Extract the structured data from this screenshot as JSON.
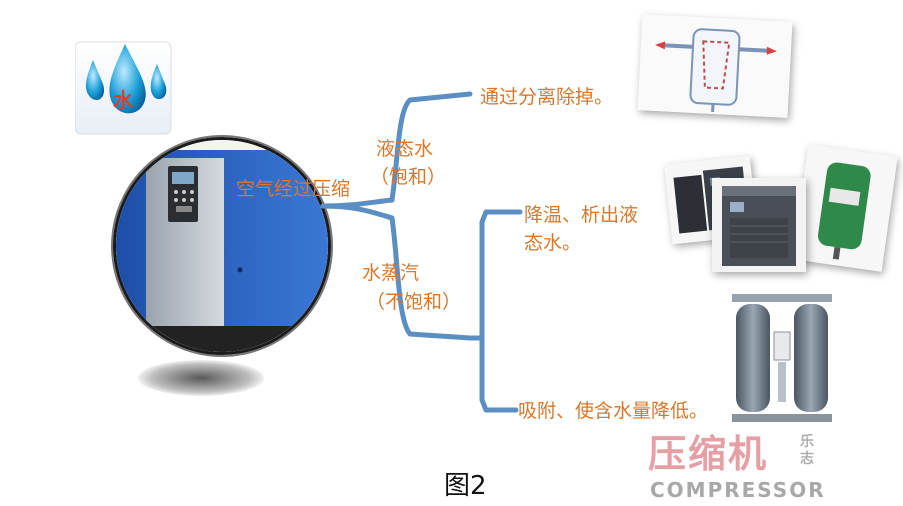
{
  "water_icon": {
    "char": "水"
  },
  "compressor": {
    "label": "空气经过压缩"
  },
  "branches": {
    "liquid": {
      "line1": "液态水",
      "line2": "（饱和）"
    },
    "vapor": {
      "line1": "水蒸汽",
      "line2": "（不饱和）"
    }
  },
  "outcomes": {
    "separate": "通过分离除掉。",
    "cool_line1": "降温、析出液",
    "cool_line2": "态水。",
    "adsorb": "吸附、使含水量降低。"
  },
  "watermark": {
    "cn": "压缩机",
    "en": "COMPRESSOR",
    "side": "乐\n志"
  },
  "caption": "图2",
  "colors": {
    "accent_text": "#d9772a",
    "bracket": "#5b8fc4",
    "machine": "#2f66c4",
    "drop": "#1aa0d8"
  }
}
